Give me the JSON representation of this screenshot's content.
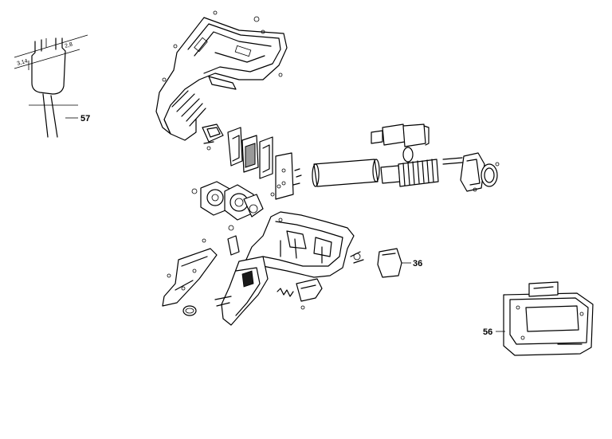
{
  "callouts": {
    "part_57": "57",
    "part_36": "36",
    "part_56": "56"
  },
  "dimensions": {
    "dim_a": "2,8",
    "dim_b": "3,14"
  },
  "colors": {
    "line": "#000000",
    "background": "#ffffff"
  }
}
